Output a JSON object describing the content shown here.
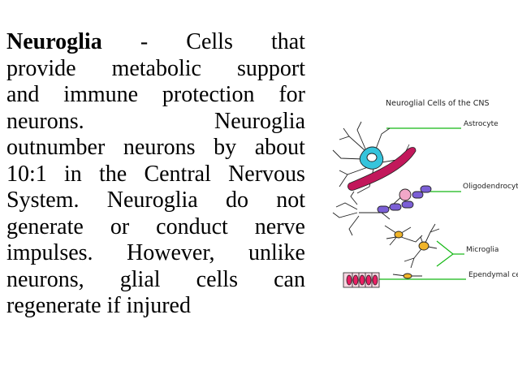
{
  "paragraph": {
    "lines": [
      [
        "Neuroglia",
        "-",
        "Cells",
        "that"
      ],
      [
        "provide",
        "metabolic",
        "support"
      ],
      [
        "and",
        "immune",
        "protection",
        "for"
      ],
      [
        "neurons.",
        "Neuroglia"
      ],
      [
        "outnumber",
        "neurons",
        "by",
        "about"
      ],
      [
        "10:1",
        "in",
        "the",
        "Central",
        "Nervous"
      ],
      [
        "System.",
        "Neuroglia",
        "do",
        "not"
      ],
      [
        "generate",
        "or",
        "conduct",
        "nerve"
      ],
      [
        "impulses.",
        "However,",
        "unlike"
      ],
      [
        "neurons,",
        "glial",
        "cells",
        "can"
      ],
      [
        "regenerate if injured"
      ]
    ]
  },
  "figure": {
    "title": "Neuroglial Cells of the CNS",
    "labels": {
      "astrocyte": "Astrocyte",
      "oligodendrocyte": "Oligodendrocyte",
      "microglia": "Microglia",
      "ependymal": "Ependymal cells"
    },
    "colors": {
      "astrocyte": "#35c4dc",
      "myelin": "#c2185b",
      "oligo_sheath": "#7b5fd6",
      "microglia": "#f0b429",
      "ependymal": "#e91e63",
      "leader_line": "#14b814"
    }
  }
}
